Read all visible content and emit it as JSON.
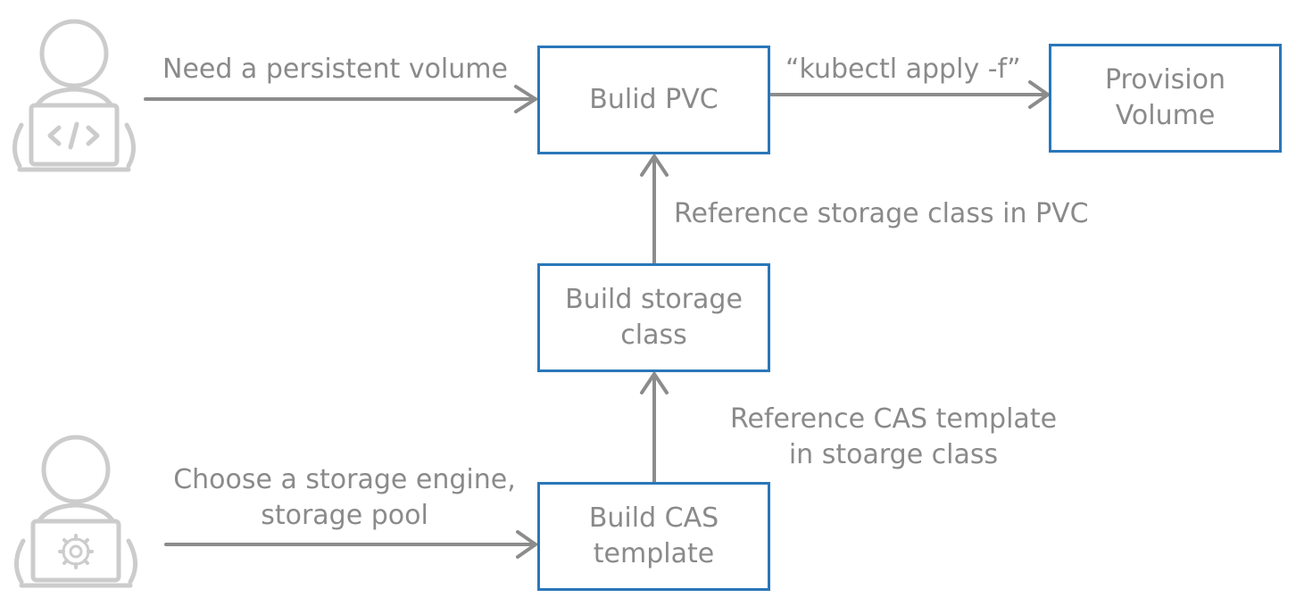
{
  "colors": {
    "box_border": "#2a77b9",
    "text": "#8a8a8a",
    "arrow": "#8c8c8c",
    "icon": "#cccccc"
  },
  "actors": {
    "developer": {
      "icon": "developer-code-icon",
      "laptop_symbol": "</>"
    },
    "admin": {
      "icon": "admin-gear-icon"
    }
  },
  "boxes": {
    "build_pvc": {
      "lines": [
        "Bulid PVC"
      ]
    },
    "provision_volume": {
      "lines": [
        "Provision",
        "Volume"
      ]
    },
    "build_storage_class": {
      "lines": [
        "Build storage",
        "class"
      ]
    },
    "build_cas_template": {
      "lines": [
        "Build CAS",
        "template"
      ]
    }
  },
  "edges": {
    "need_pv": {
      "lines": [
        "Need a persistent volume"
      ]
    },
    "kubectl_apply": {
      "lines": [
        "“kubectl apply -f”"
      ]
    },
    "ref_sc_in_pvc": {
      "lines": [
        "Reference storage class in PVC"
      ]
    },
    "ref_cas_in_sc": {
      "lines": [
        "Reference CAS template",
        "in stoarge class"
      ]
    },
    "choose_engine": {
      "lines": [
        "Choose a storage engine,",
        "storage pool"
      ]
    }
  }
}
